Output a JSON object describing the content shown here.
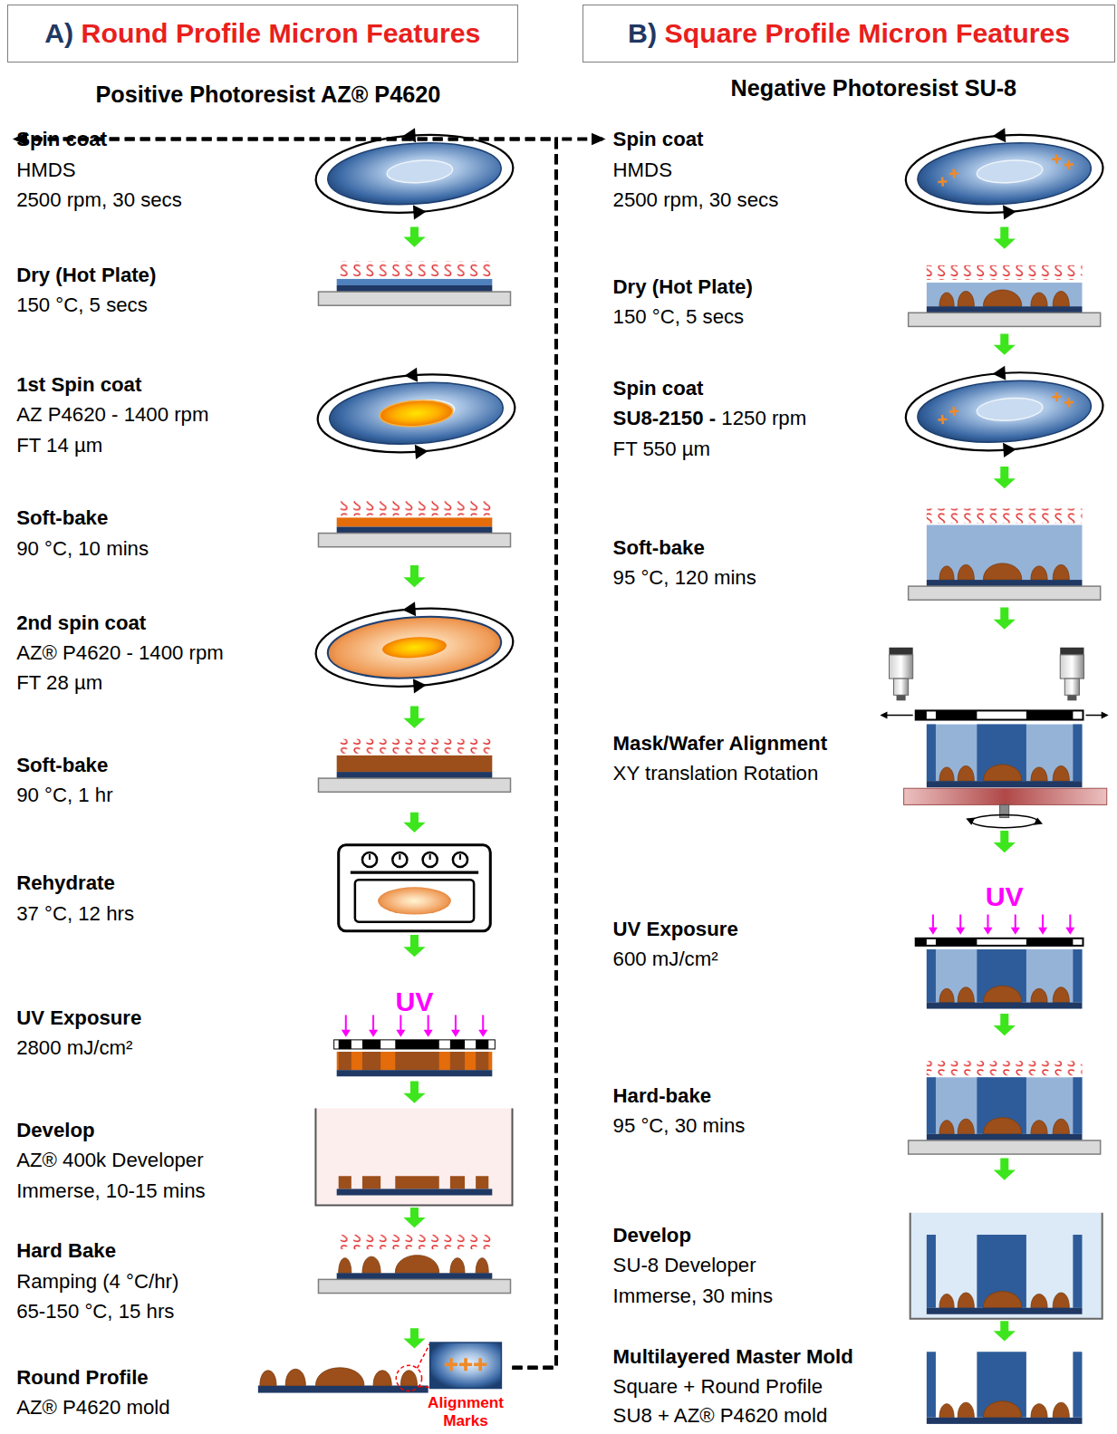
{
  "diagram": {
    "nodes": [
      {
        "text": [
          "A)",
          "Round Profile Micron Features"
        ]
      },
      {
        "text": [
          "Spin coat",
          "HMDS",
          "2500 rpm, 30 secs"
        ]
      },
      {
        "text": [
          "Dry (Hot Plate)",
          "150 °C, 5 secs"
        ]
      },
      {
        "text": [
          "1st Spin coat",
          "AZ P4620 - 1400 rpm",
          "FT 14 µm"
        ]
      },
      {
        "text": [
          "Soft-bake",
          "90 °C, 10 mins"
        ]
      },
      {
        "text": [
          "2nd spin coat",
          "AZ® P4620 - 1400 rpm",
          "FT 28 µm"
        ]
      },
      {
        "text": [
          "Soft-bake",
          "90 °C, 1 hr"
        ]
      },
      {
        "text": [
          "Rehydrate",
          "37 °C, 12 hrs"
        ]
      },
      {
        "text": [
          "UV Exposure",
          "2800 mJ/cm²"
        ]
      },
      {
        "text": [
          "Develop",
          "AZ® 400k Developer",
          "Immerse, 10-15 mins"
        ]
      },
      {
        "text": [
          "Hard Bake",
          "Ramping (4 °C/hr)",
          "65-150 °C, 15 hrs"
        ]
      },
      {
        "text": [
          "Round Profile",
          "AZ® P4620 mold"
        ]
      },
      {
        "text": [
          "B)",
          "Square Profile Micron Features"
        ]
      },
      {
        "text": [
          "Spin coat",
          "HMDS",
          "2500 rpm, 30 secs"
        ]
      },
      {
        "text": [
          "Dry (Hot Plate)",
          "150 °C, 5 secs"
        ]
      },
      {
        "text": [
          "Spin coat",
          "SU8-2150 -",
          "1250 rpm",
          "FT 550 µm"
        ]
      },
      {
        "text": [
          "Soft-bake",
          "95 °C, 120 mins"
        ]
      },
      {
        "text": [
          "Mask/Wafer Alignment",
          "XY translation Rotation"
        ]
      },
      {
        "text": [
          "UV Exposure",
          "600 mJ/cm²"
        ]
      },
      {
        "text": [
          "Hard-bake",
          "95 °C, 30 mins"
        ]
      },
      {
        "text": [
          "Develop",
          "SU-8 Developer",
          "Immerse, 30 mins"
        ]
      },
      {
        "text": [
          "Multilayered Master Mold",
          "Square + Round Profile",
          "SU8 + AZ® P4620 mold"
        ]
      }
    ],
    "edges": [
      {
        "from": 1,
        "to": 2,
        "arrow": "to"
      },
      {
        "from": 2,
        "to": 3,
        "arrow": "to"
      },
      {
        "from": 3,
        "to": 4,
        "arrow": "to"
      },
      {
        "from": 4,
        "to": 5,
        "arrow": "to"
      },
      {
        "from": 5,
        "to": 6,
        "arrow": "to"
      },
      {
        "from": 6,
        "to": 7,
        "arrow": "to"
      },
      {
        "from": 7,
        "to": 8,
        "arrow": "to"
      },
      {
        "from": 8,
        "to": 9,
        "arrow": "to"
      },
      {
        "from": 9,
        "to": 10,
        "arrow": "to"
      },
      {
        "from": 10,
        "to": 11,
        "arrow": "to"
      },
      {
        "from": 11,
        "to": 13,
        "arrow": "to"
      },
      {
        "from": 13,
        "to": 14,
        "arrow": "to"
      },
      {
        "from": 14,
        "to": 15,
        "arrow": "to"
      },
      {
        "from": 15,
        "to": 16,
        "arrow": "to"
      },
      {
        "from": 16,
        "to": 17,
        "arrow": "to"
      },
      {
        "from": 17,
        "to": 18,
        "arrow": "to"
      },
      {
        "from": 18,
        "to": 19,
        "arrow": "to"
      },
      {
        "from": 19,
        "to": 20,
        "arrow": "to"
      },
      {
        "from": 20,
        "to": 21,
        "arrow": "to"
      }
    ],
    "labels": [
      "Positive Photoresist AZ® P4620",
      "Negative Photoresist SU-8",
      "UV",
      "UV",
      "Alignment Marks"
    ]
  }
}
